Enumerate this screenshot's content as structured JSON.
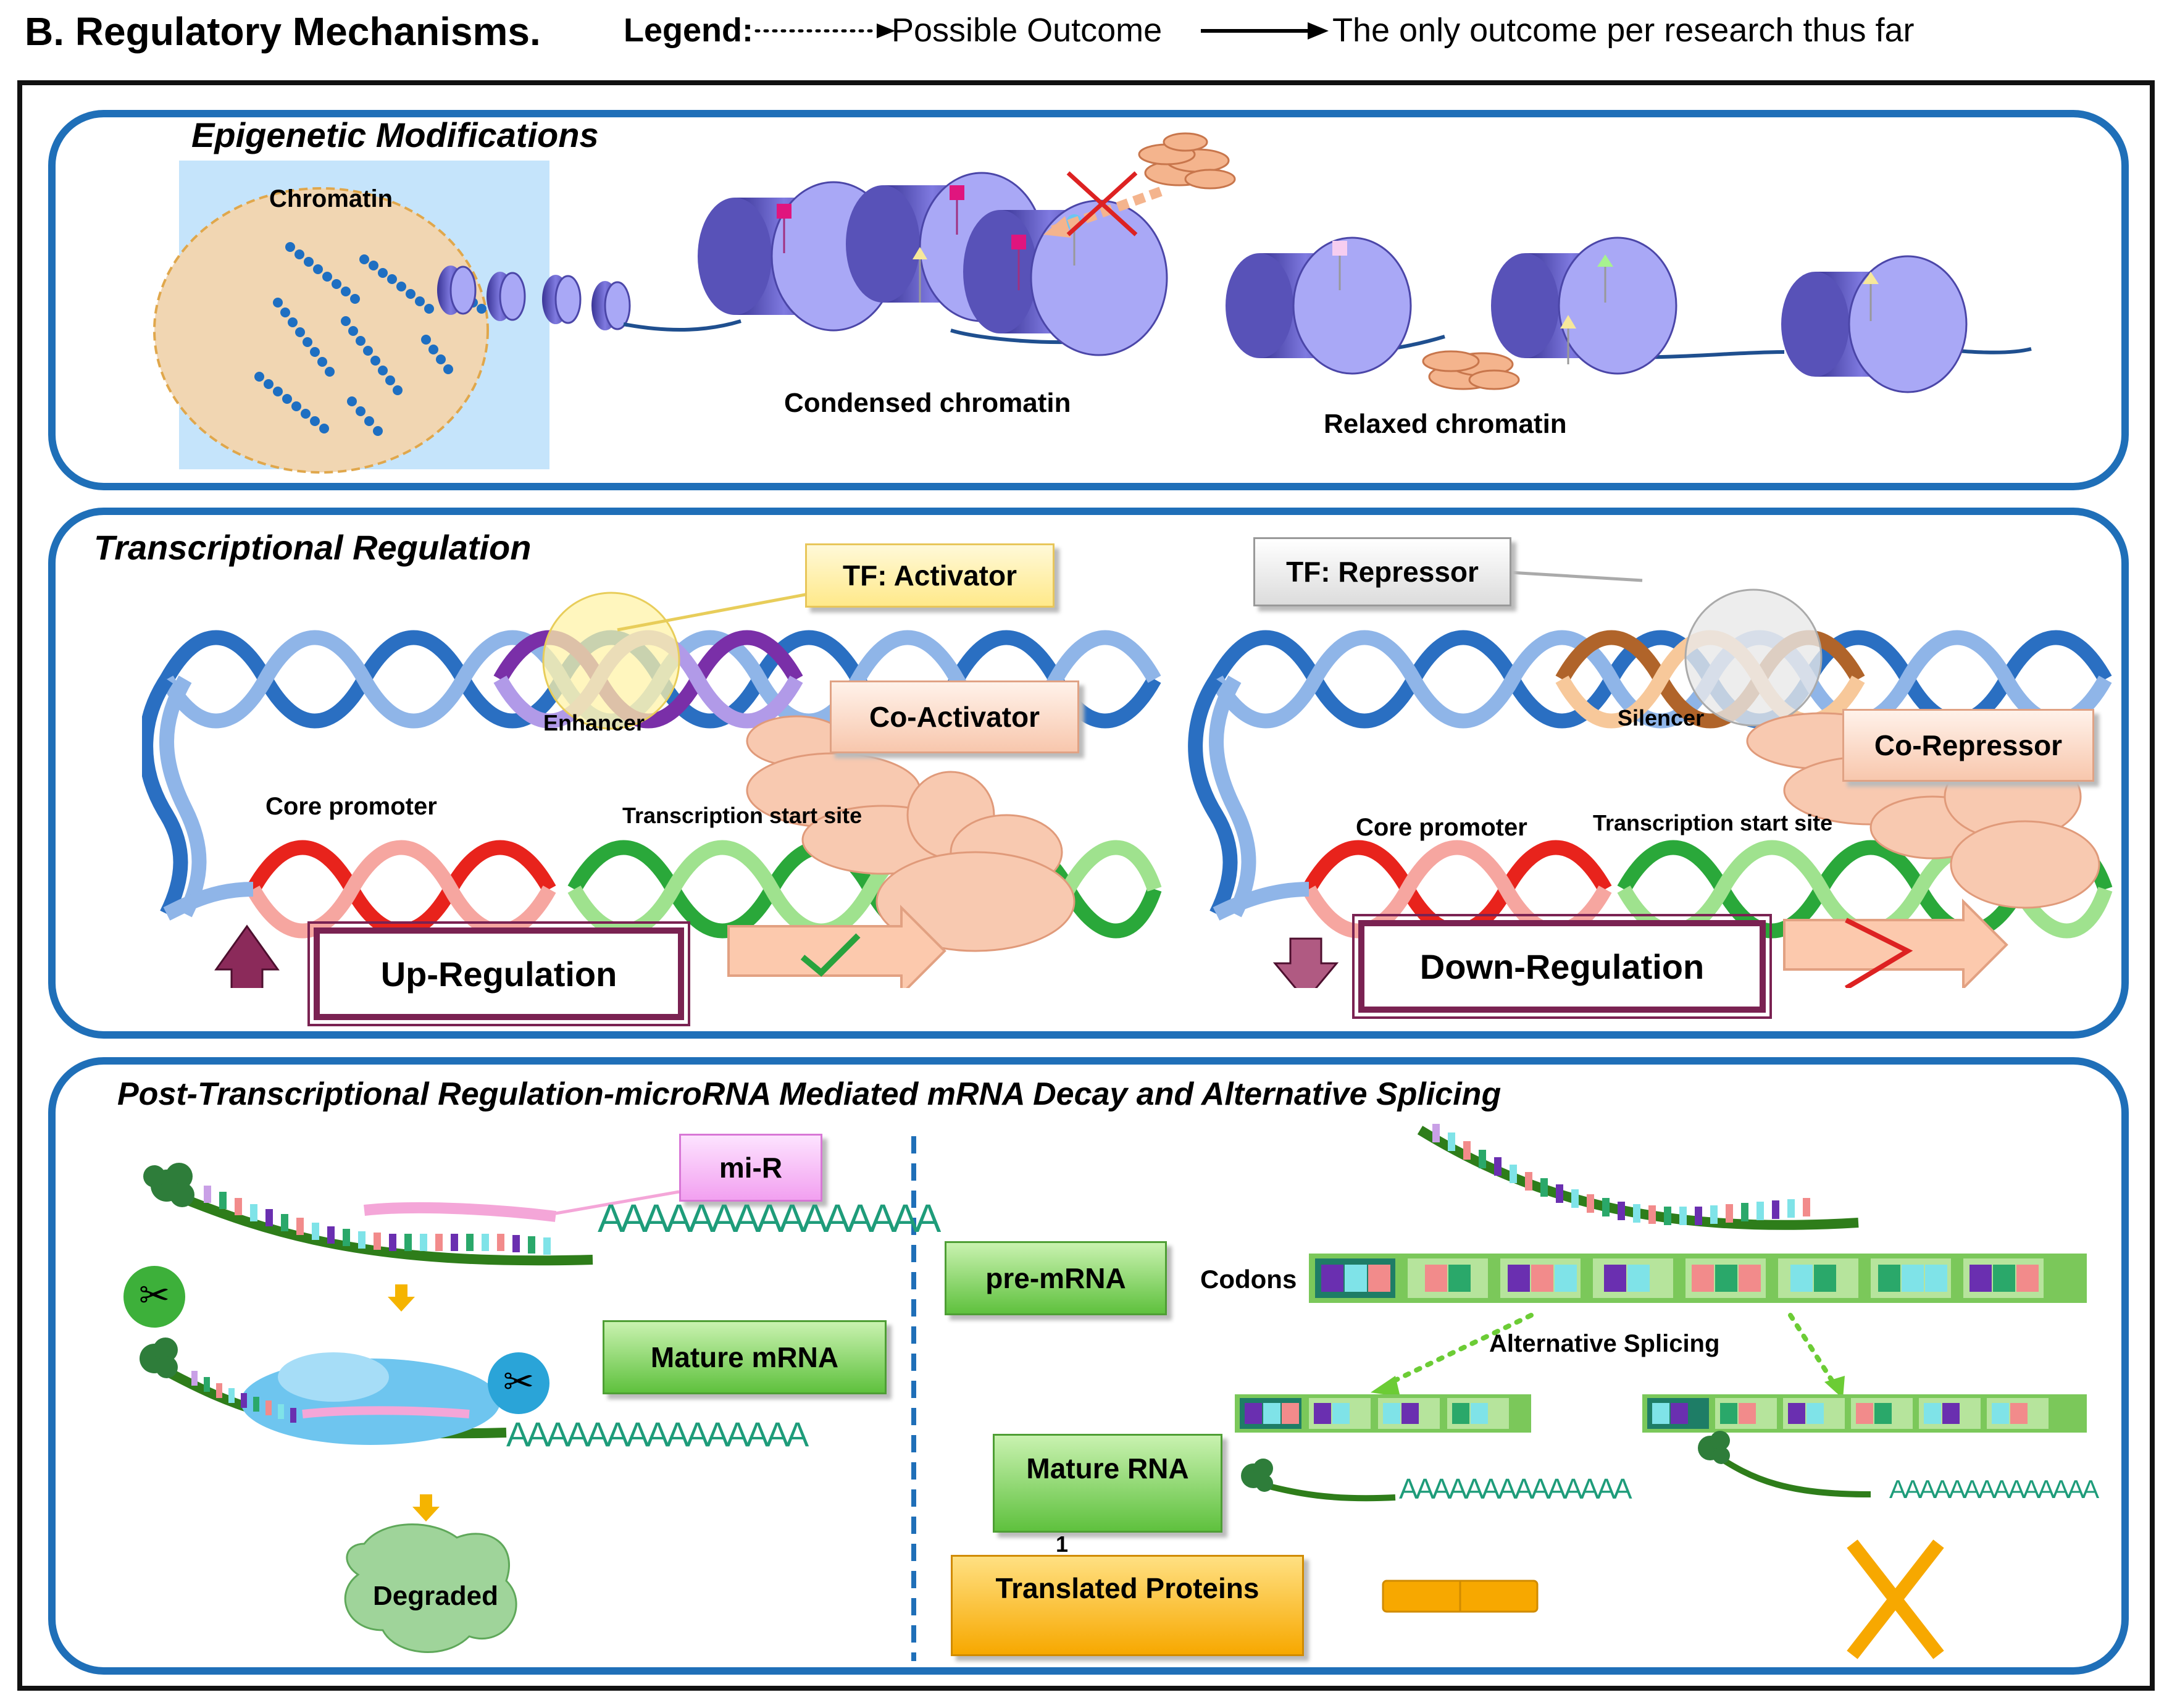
{
  "header": {
    "title": "B. Regulatory Mechanisms.",
    "legend_label": "Legend:",
    "legend_dotted": "Possible Outcome",
    "legend_solid": "The only outcome per research thus far"
  },
  "epigenetic": {
    "title": "Epigenetic Modifications",
    "chromatin": "Chromatin",
    "condensed": "Condensed chromatin",
    "relaxed": "Relaxed chromatin"
  },
  "transcriptional": {
    "title": "Transcriptional Regulation",
    "tf_activator": "TF: Activator",
    "co_activator": "Co-Activator",
    "enhancer": "Enhancer",
    "core_promoter_left": "Core promoter",
    "tss_left": "Transcription start site",
    "up_regulation": "Up-Regulation",
    "tf_repressor": "TF: Repressor",
    "co_repressor": "Co-Repressor",
    "silencer": "Silencer",
    "core_promoter_right": "Core promoter",
    "tss_right": "Transcription start site",
    "down_regulation": "Down-Regulation"
  },
  "post_transcriptional": {
    "title": "Post-Transcriptional Regulation-microRNA Mediated mRNA Decay and Alternative Splicing",
    "mir": "mi-R",
    "polyA_long": "AAAAAAAAAAAAAAA",
    "polyA_mid": "AAAAAAAAAAAAAAA",
    "mature_mrna": "Mature mRNA",
    "degraded": "Degraded",
    "pre_mrna": "pre-mRNA",
    "codons": "Codons",
    "alternative_splicing": "Alternative Splicing",
    "mature_rna": "Mature RNA",
    "polyA_short_left": "AAAAAAAAAAAAAA",
    "polyA_short_right": "AAAAAAAAAAAAAA",
    "number_one": "1",
    "translated_proteins": "Translated Proteins"
  },
  "colors": {
    "panel_border": "#1f6fb8",
    "nucleosome": "#a9a8f6",
    "nucleosome_dark": "#4b46a8",
    "dna_blue": "#2a6fc2",
    "promoter_red": "#e8231c",
    "tss_green": "#2aa83a",
    "enhancer_purple": "#7a2fa8",
    "silencer_brown": "#b0642a",
    "reg_border": "#7a2252"
  }
}
